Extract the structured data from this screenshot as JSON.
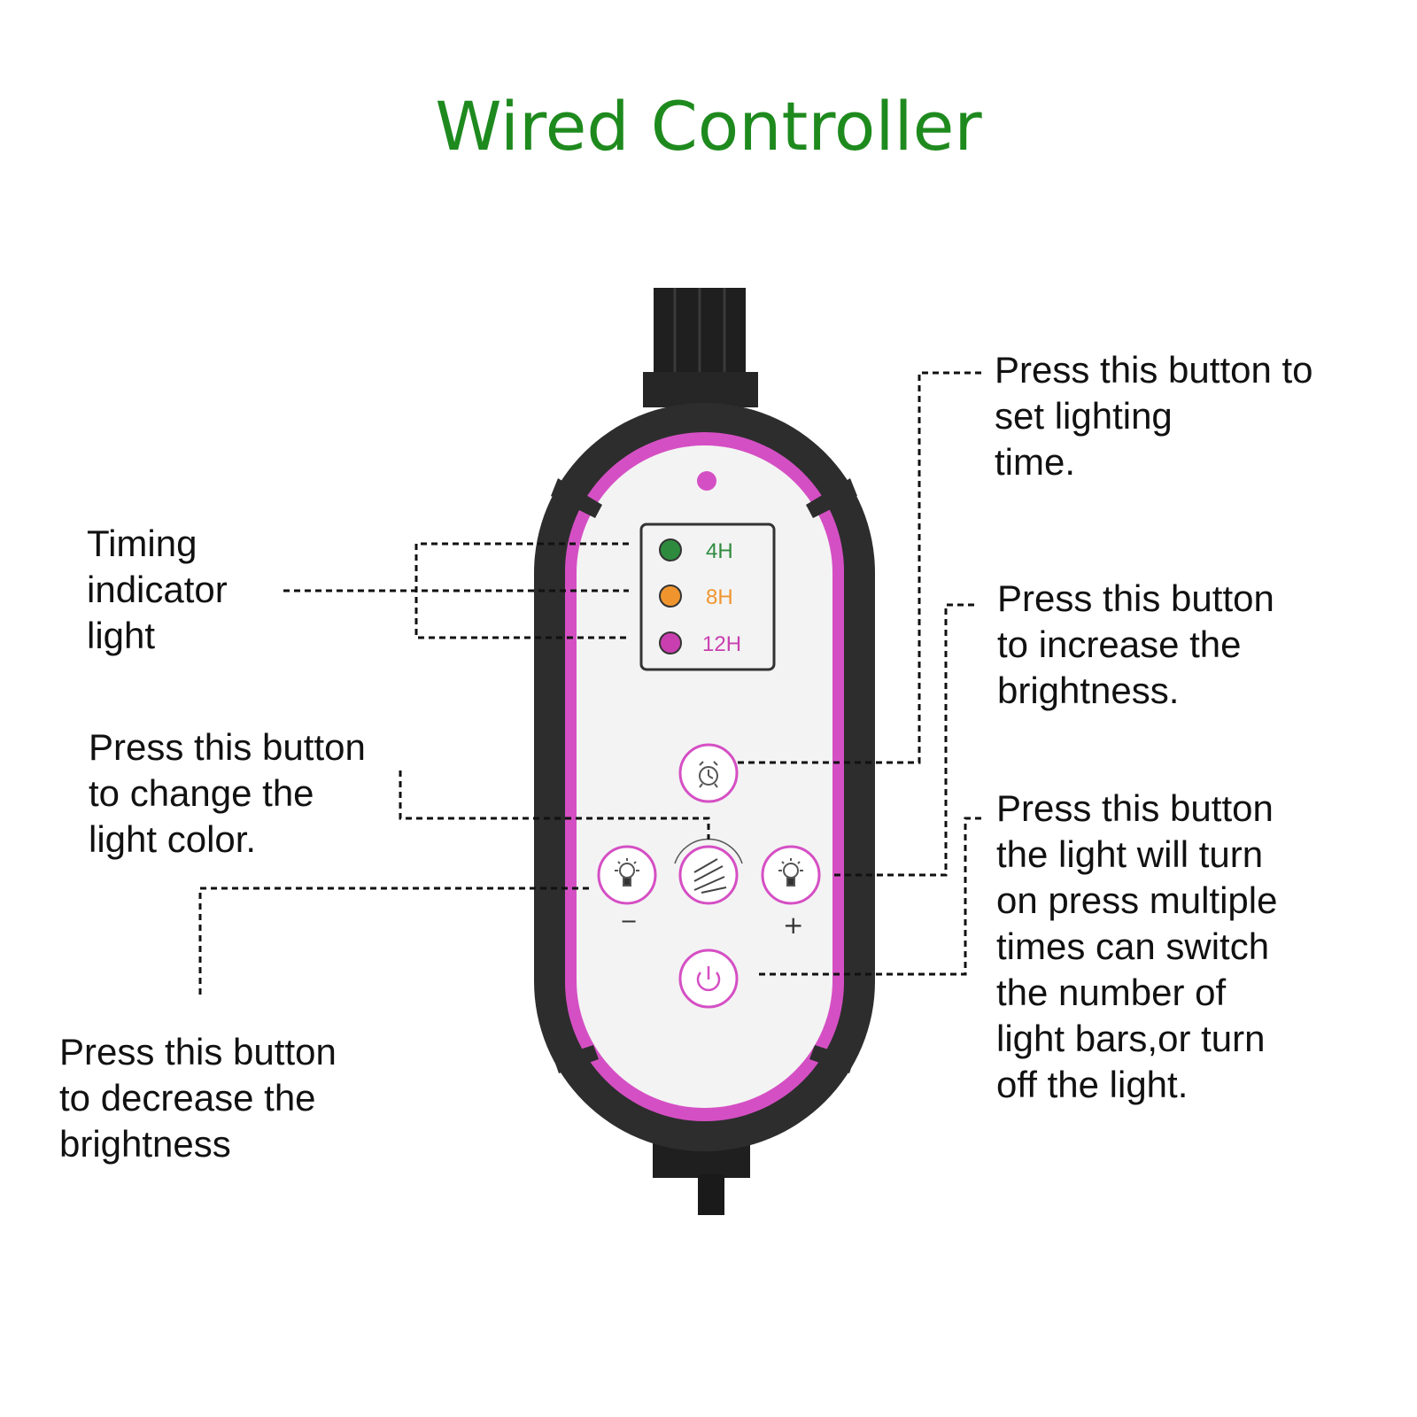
{
  "title": "Wired Controller",
  "colors": {
    "title": "#1e8a1e",
    "panel_accent": "#d54fc4",
    "housing": "#2d2d2d",
    "led_4h": "#2e8b3e",
    "led_8h": "#f0952e",
    "led_12h": "#c93fb0"
  },
  "indicators": [
    {
      "label": "4H",
      "color": "#2e8b3e"
    },
    {
      "label": "8H",
      "color": "#f0952e"
    },
    {
      "label": "12H",
      "color": "#c93fb0"
    }
  ],
  "button_marks": {
    "minus": "−",
    "plus": "+"
  },
  "icons": [
    "alarm-clock-icon",
    "bulb-icon",
    "light-rays-icon",
    "power-icon"
  ],
  "labels": {
    "timing": [
      "Timing",
      "indicator",
      "light"
    ],
    "color": [
      "Press this button",
      "to change the",
      "light color."
    ],
    "decrease": [
      "Press this button",
      "to decrease the",
      "brightness"
    ],
    "timer": [
      "Press this button to",
      "set lighting",
      "time."
    ],
    "increase": [
      "Press this button",
      "to increase the",
      "brightness."
    ],
    "power": [
      "Press this button",
      "the light will turn",
      "on press multiple",
      "times can switch",
      "the number of",
      "light bars,or turn",
      "off the light."
    ]
  }
}
